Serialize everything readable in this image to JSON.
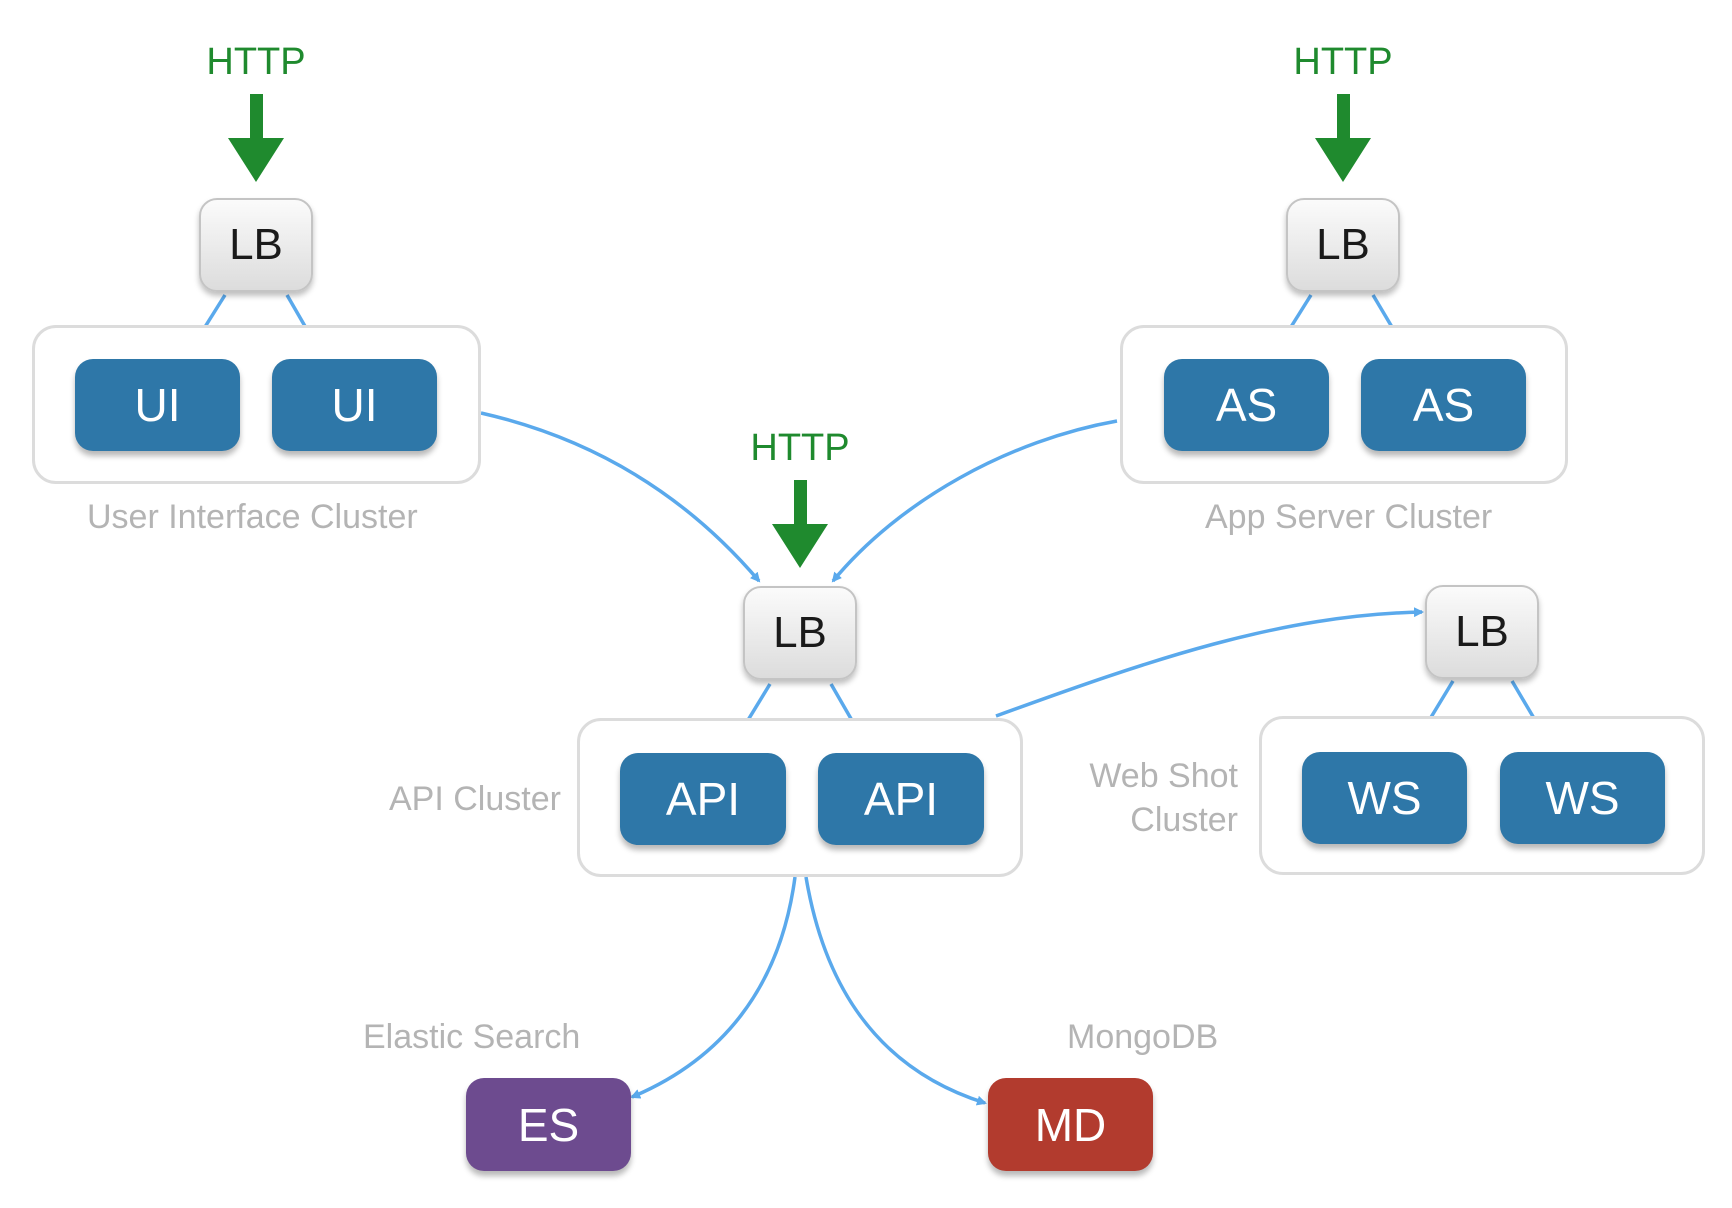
{
  "http_label": "HTTP",
  "lb_label": "LB",
  "clusters": {
    "ui": {
      "label": "User Interface Cluster",
      "nodes": [
        "UI",
        "UI"
      ]
    },
    "as": {
      "label": "App Server Cluster",
      "nodes": [
        "AS",
        "AS"
      ]
    },
    "api": {
      "label": "API Cluster",
      "nodes": [
        "API",
        "API"
      ]
    },
    "ws": {
      "label_line1": "Web Shot",
      "label_line2": "Cluster",
      "nodes": [
        "WS",
        "WS"
      ]
    }
  },
  "stores": {
    "es": {
      "label": "Elastic Search",
      "node": "ES"
    },
    "md": {
      "label": "MongoDB",
      "node": "MD"
    }
  },
  "colors": {
    "http": "#1f8a2e",
    "connector": "#5aa9ec",
    "service_node": "#2e77a8",
    "es_node": "#6d4b8f",
    "md_node": "#b23b2e",
    "cluster_border": "#dcdcdc",
    "label_text": "#b4b4b4"
  }
}
